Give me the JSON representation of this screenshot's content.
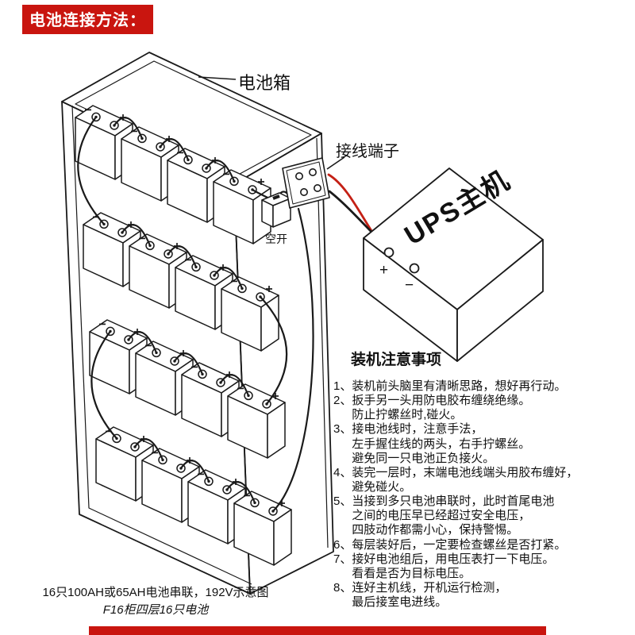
{
  "banner": {
    "title": "电池连接方法："
  },
  "diagram": {
    "battery_box_label": "电池箱",
    "terminal_block_label": "接线端子",
    "breaker_label": "空开",
    "ups_label": "UPS主机",
    "ups_plus": "+",
    "ups_minus": "−",
    "rows": 4,
    "batteries_per_row": 4,
    "line_color": "#1a1a1a",
    "red_wire_color": "#c42015"
  },
  "notes": {
    "title": "装机注意事项",
    "items": [
      "1、装机前头脑里有清晰思路，想好再行动。",
      "2、扳手另一头用防电胶布缠绕绝缘。\n防止拧螺丝时,碰火。",
      "3、接电池线时，注意手法，\n左手握住线的两头，右手拧螺丝。\n避免同一只电池正负接火。",
      "4、装完一层时，末端电池线端头用胶布缠好，\n避免碰火。",
      "5、当接到多只电池串联时，此时首尾电池\n之间的电压早已经超过安全电压，\n四肢动作都需小心，保持警惕。",
      "6、每层装好后，一定要检查螺丝是否打紧。",
      "7、接好电池组后，用电压表打一下电压。\n看看是否为目标电压。",
      "8、连好主机线，开机运行检测，\n最后接室电进线。"
    ]
  },
  "captions": {
    "line1": "16只100AH或65AH电池串联，192V示意图",
    "line2": "F16柜四层16只电池"
  }
}
